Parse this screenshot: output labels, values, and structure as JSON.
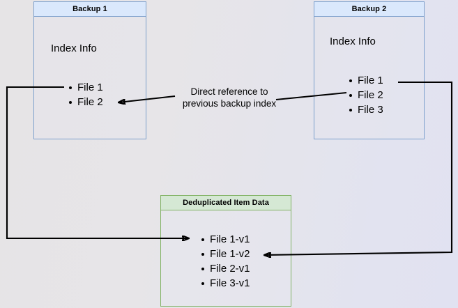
{
  "diagram": {
    "title_hidden": "Backup deduplication reference diagram",
    "background_gradient_from": "#e6e4e6",
    "background_gradient_to": "#e1e2f1",
    "blue_border": "#7b9fcc",
    "blue_header_fill": "#dae8fc",
    "green_border": "#82b366",
    "green_header_fill": "#d5e8d4"
  },
  "backup1": {
    "header": "Backup 1",
    "subtitle": "Index Info",
    "files": [
      "File 1",
      "File 2"
    ]
  },
  "backup2": {
    "header": "Backup 2",
    "subtitle": "Index Info",
    "files": [
      "File 1",
      "File 2",
      "File 3"
    ]
  },
  "dedup": {
    "header": "Deduplicated Item Data",
    "files": [
      "File 1-v1",
      "File 1-v2",
      "File 2-v1",
      "File 3-v1"
    ]
  },
  "connectors": {
    "direct_reference_line1": "Direct reference to",
    "direct_reference_line2": "previous backup index"
  }
}
